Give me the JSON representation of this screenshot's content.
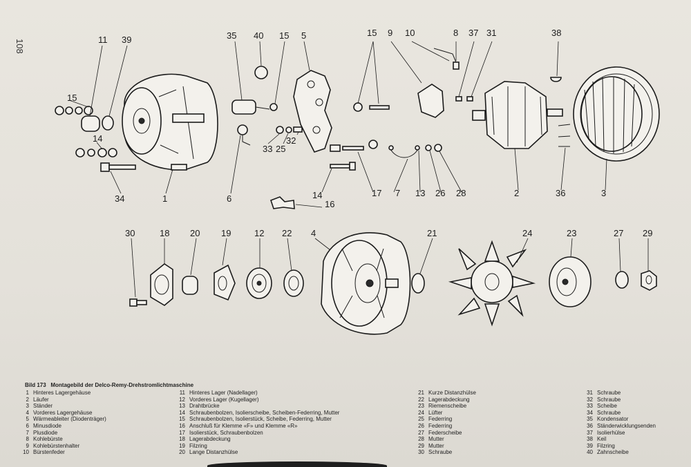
{
  "page_number": "108",
  "caption": {
    "label": "Bild 173",
    "title": "Montagebild der Delco-Remy-Drehstromlichtmaschine"
  },
  "legend": {
    "col1": [
      {
        "n": "1",
        "t": "Hinteres Lagergehäuse"
      },
      {
        "n": "2",
        "t": "Läufer"
      },
      {
        "n": "3",
        "t": "Ständer"
      },
      {
        "n": "4",
        "t": "Vorderes Lagergehäuse"
      },
      {
        "n": "5",
        "t": "Wärmeableiter (Diodenträger)"
      },
      {
        "n": "6",
        "t": "Minusdiode"
      },
      {
        "n": "7",
        "t": "Plusdiode"
      },
      {
        "n": "8",
        "t": "Kohlebürste"
      },
      {
        "n": "9",
        "t": "Kohlebürstenhalter"
      },
      {
        "n": "10",
        "t": "Bürstenfeder"
      }
    ],
    "col2": [
      {
        "n": "11",
        "t": "Hinteres Lager (Nadellager)"
      },
      {
        "n": "12",
        "t": "Vorderes Lager (Kugellager)"
      },
      {
        "n": "13",
        "t": "Drahtbrücke"
      },
      {
        "n": "14",
        "t": "Schraubenbolzen, Isolierscheibe, Scheiben-Federring, Mutter"
      },
      {
        "n": "15",
        "t": "Schraubenbolzen, Isolierstück, Scheibe, Federring, Mutter"
      },
      {
        "n": "16",
        "t": "Anschluß für Klemme «F» und Klemme «R»"
      },
      {
        "n": "17",
        "t": "Isolierstück, Schraubenbolzen"
      },
      {
        "n": "18",
        "t": "Lagerabdeckung"
      },
      {
        "n": "19",
        "t": "Filzring"
      },
      {
        "n": "20",
        "t": "Lange Distanzhülse"
      }
    ],
    "col3": [
      {
        "n": "21",
        "t": "Kurze Distanzhülse"
      },
      {
        "n": "22",
        "t": "Lagerabdeckung"
      },
      {
        "n": "23",
        "t": "Riemenscheibe"
      },
      {
        "n": "24",
        "t": "Lüfter"
      },
      {
        "n": "25",
        "t": "Federring"
      },
      {
        "n": "26",
        "t": "Federring"
      },
      {
        "n": "27",
        "t": "Federscheibe"
      },
      {
        "n": "28",
        "t": "Mutter"
      },
      {
        "n": "29",
        "t": "Mutter"
      },
      {
        "n": "30",
        "t": "Schraube"
      }
    ],
    "col4": [
      {
        "n": "31",
        "t": "Schraube"
      },
      {
        "n": "32",
        "t": "Schraube"
      },
      {
        "n": "33",
        "t": "Scheibe"
      },
      {
        "n": "34",
        "t": "Schraube"
      },
      {
        "n": "35",
        "t": "Kondensator"
      },
      {
        "n": "36",
        "t": "Ständerwicklungsenden"
      },
      {
        "n": "37",
        "t": "Isolierhülse"
      },
      {
        "n": "38",
        "t": "Keil"
      },
      {
        "n": "39",
        "t": "Filzring"
      },
      {
        "n": "40",
        "t": "Zahnscheibe"
      }
    ]
  },
  "callouts": {
    "c1": "1",
    "c2": "2",
    "c3": "3",
    "c4": "4",
    "c5": "5",
    "c6": "6",
    "c7": "7",
    "c8": "8",
    "c9": "9",
    "c10": "10",
    "c11": "11",
    "c12": "12",
    "c13": "13",
    "c14a": "14",
    "c14b": "14",
    "c15a": "15",
    "c15b": "15",
    "c15c": "15",
    "c16": "16",
    "c17": "17",
    "c18": "18",
    "c19": "19",
    "c20": "20",
    "c21": "21",
    "c22": "22",
    "c23": "23",
    "c24": "24",
    "c25": "25",
    "c26": "26",
    "c27": "27",
    "c28": "28",
    "c29": "29",
    "c30": "30",
    "c31": "31",
    "c32": "32",
    "c33": "33",
    "c34": "34",
    "c35": "35",
    "c36": "36",
    "c37": "37",
    "c38": "38",
    "c39": "39",
    "c40": "40"
  }
}
